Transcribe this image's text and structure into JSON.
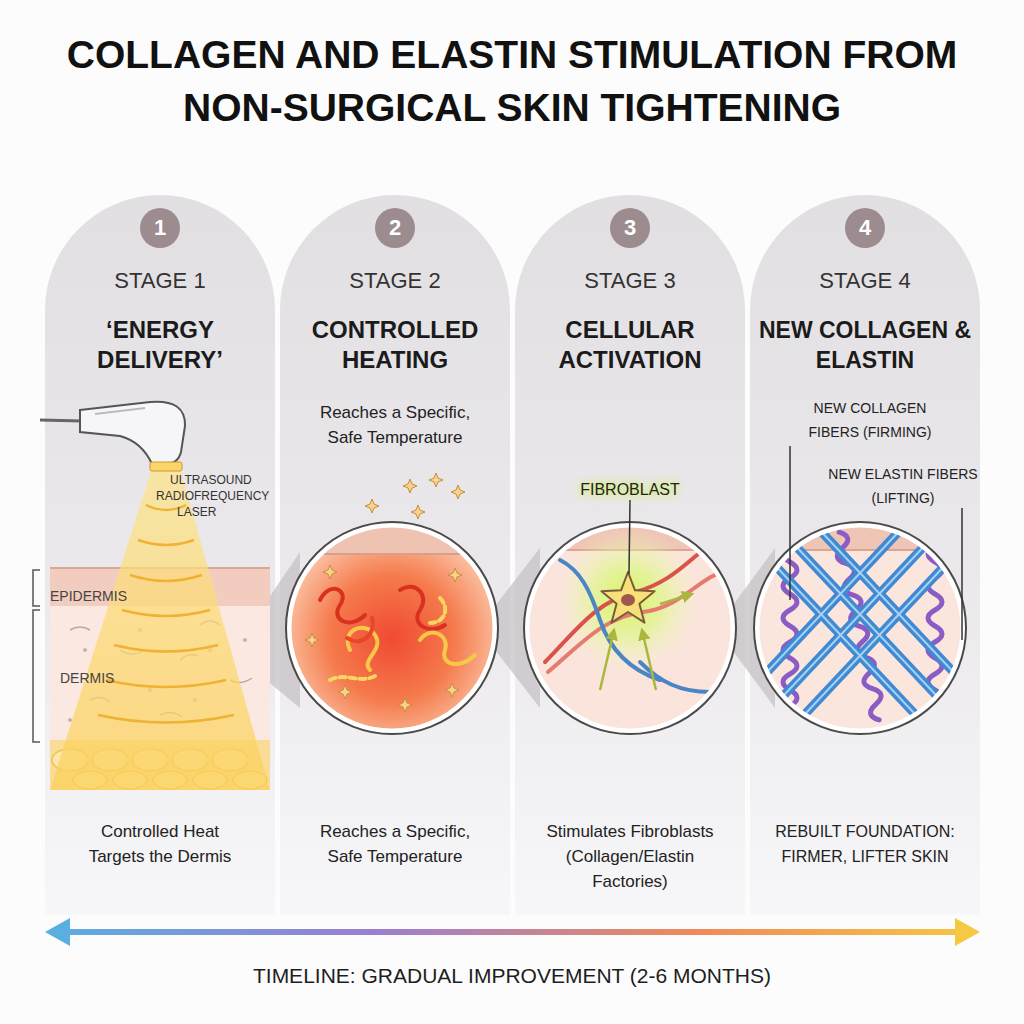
{
  "diagram": {
    "title": "COLLAGEN AND ELASTIN STIMULATION FROM NON-SURGICAL SKIN TIGHTENING",
    "nodes": [
      {
        "text": [
          "STAGE 1",
          "‘ENERGY DELIVERY’",
          "Controlled Heat Targets the Dermis"
        ]
      },
      {
        "text": [
          "1"
        ],
        "in": 0
      },
      {
        "text": [
          "STAGE 2",
          "CONTROLLED HEATING",
          "Reaches a Specific, Safe Temperature",
          "Reaches a Specific, Safe Temperature"
        ]
      },
      {
        "text": [
          "2"
        ],
        "in": 2
      },
      {
        "text": [
          "STAGE 3",
          "CELLULAR ACTIVATION",
          "Stimulates Fibroblasts (Collagen/Elastin Factories)"
        ]
      },
      {
        "text": [
          "3"
        ],
        "in": 4
      },
      {
        "text": [
          "STAGE 4",
          "NEW COLLAGEN & ELASTIN",
          "REBUILT FOUNDATION: FIRMER, LIFTER SKIN"
        ]
      },
      {
        "text": [
          "4"
        ],
        "in": 6
      }
    ],
    "labels": [
      "ULTRASOUND",
      "RADIOFREQUENCY",
      "LASER",
      "EPIDERMIS",
      "DERMIS",
      "FIBROBLAST",
      "NEW COLLAGEN FIBERS (FIRMING)",
      "NEW ELASTIN FIBERS (LIFTING)",
      "TIMELINE: GRADUAL IMPROVEMENT (2-6 MONTHS)"
    ]
  }
}
